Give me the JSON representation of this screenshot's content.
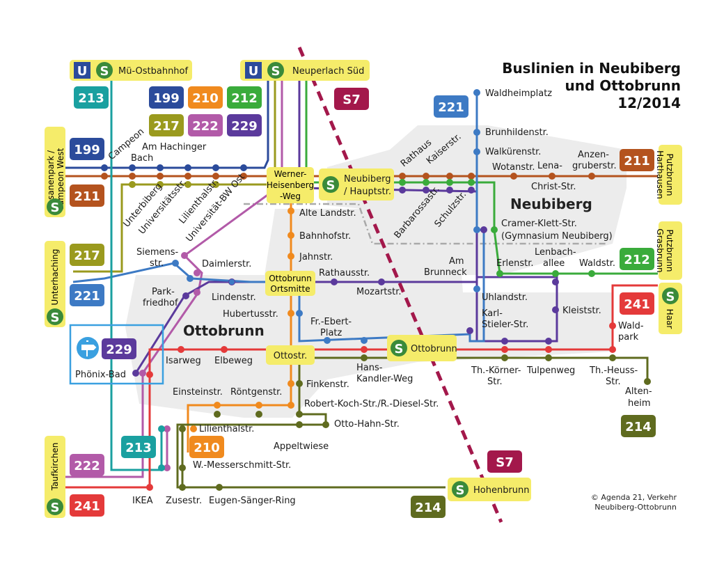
{
  "title": {
    "line1": "Buslinien in Neubiberg",
    "line2": "und Ottobrunn",
    "line3": "12/2014"
  },
  "copyright": {
    "line1": "© Agenda 21, Verkehr",
    "line2": "Neubiberg-Ottobrunn"
  },
  "districts": {
    "ottobrunn": "Ottobrunn",
    "neubiberg": "Neubiberg"
  },
  "colors": {
    "199": "#2b4b9b",
    "210": "#f08a1e",
    "211": "#b4531e",
    "212": "#3aab3b",
    "213": "#1aa0a0",
    "214": "#5f6b1f",
    "217": "#9a9a1e",
    "221": "#3d7ac4",
    "222": "#b25aa8",
    "229": "#5b3a9c",
    "241": "#e43a3a",
    "S7": "#a3184b",
    "station_box": "#f5ec6a",
    "sbahn": "#3a8a3a",
    "ubahn": "#2b4b9b"
  },
  "stations": {
    "mue_ostbahnhof": "Mü-Ostbahnhof",
    "neuperlach_sued": "Neuperlach Süd",
    "neubiberg_haupt_1": "Neubiberg",
    "neubiberg_haupt_2": "/ Hauptstr.",
    "werner_1": "Werner-",
    "werner_2": "Heisenberg",
    "werner_3": "-Weg",
    "ottobrunn_ortsmitte_1": "Ottobrunn",
    "ottobrunn_ortsmitte_2": "Ortsmitte",
    "ottostr": "Ottostr.",
    "ottobrunn_s": "Ottobrunn",
    "hohenbrunn": "Hohenbrunn",
    "phoenix_bad": "Phönix-Bad"
  },
  "side_labels": {
    "fasanenpark_1": "Fasanenpark /",
    "fasanenpark_2": "Campeon West",
    "unterhaching": "Unterhaching",
    "taufkirchen": "Taufkirchen",
    "putzbrunn_harthausen_1": "Putzbrunn",
    "putzbrunn_harthausen_2": "Harthausen",
    "putzbrunn_grasbrunn_1": "Putzbrunn",
    "putzbrunn_grasbrunn_2": "Grasbrunn",
    "haar": "Haar"
  },
  "stops": {
    "campeon": "Campeon",
    "am_hachinger_1": "Am Hachinger",
    "am_hachinger_2": "Bach",
    "unterbiberg": "Unterbiberg",
    "universitaetsstr": "Universitätsstr.",
    "lilienthalstr_top": "Lilienthalstr.",
    "universitaet_bw": "Universität-BW Ost",
    "waldheimplatz": "Waldheimplatz",
    "brunhildenstr": "Brunhildenstr.",
    "walkuerenstr": "Walkürenstr.",
    "rathaus": "Rathaus",
    "kaiserstr": "Kaiserstr.",
    "barbarossastr": "Barbarossastr.",
    "schulzstr": "Schulzstr.",
    "wotanstr": "Wotanstr.",
    "lena_1": "Lena-",
    "lena_2": "Christ-Str.",
    "anzen_1": "Anzen-",
    "anzen_2": "gruberstr.",
    "cramer_1": "Cramer-Klett-Str.",
    "cramer_2": "(Gymnasium Neubiberg)",
    "alte_landstr": "Alte Landstr.",
    "bahnhofstr": "Bahnhofstr.",
    "jahnstr": "Jahnstr.",
    "siemens_1": "Siemens-",
    "siemens_2": "str.",
    "daimlerstr": "Daimlerstr.",
    "rathausstr": "Rathausstr.",
    "mozartstr": "Mozartstr.",
    "am_brunneck_1": "Am",
    "am_brunneck_2": "Brunneck",
    "erlenstr": "Erlenstr.",
    "lenbach_1": "Lenbach-",
    "lenbach_2": "allee",
    "waldstr": "Waldstr.",
    "park_1": "Park-",
    "park_2": "friedhof",
    "lindenstr": "Lindenstr.",
    "hubertusstr": "Hubertusstr.",
    "uhlandstr": "Uhlandstr.",
    "karl_1": "Karl-",
    "karl_2": "Stieler-Str.",
    "kleiststr": "Kleiststr.",
    "fr_ebert_1": "Fr.-Ebert-",
    "fr_ebert_2": "Platz",
    "waldpark_1": "Wald-",
    "waldpark_2": "park",
    "isarweg": "Isarweg",
    "elbeweg": "Elbeweg",
    "hans_1": "Hans-",
    "hans_2": "Kandler-Weg",
    "th_koerner_1": "Th.-Körner-",
    "th_koerner_2": "Str.",
    "tulpenweg": "Tulpenweg",
    "th_heuss_1": "Th.-Heuss-",
    "th_heuss_2": "Str.",
    "altenheim_1": "Alten-",
    "altenheim_2": "heim",
    "finkenstr": "Finkenstr.",
    "einsteinstr": "Einsteinstr.",
    "roentgenstr": "Röntgenstr.",
    "robert_koch": "Robert-Koch-Str./R.-Diesel-Str.",
    "otto_hahn": "Otto-Hahn-Str.",
    "lilienthalstr_bottom": "Lilienthalstr.",
    "appeltwiese": "Appeltwiese",
    "w_messerschmitt": "W.-Messerschmitt-Str.",
    "ikea": "IKEA",
    "zusestr": "Zusestr.",
    "eugen": "Eugen-Sänger-Ring"
  },
  "badges": {
    "l199": "199",
    "l210": "210",
    "l211": "211",
    "l212": "212",
    "l213": "213",
    "l214": "214",
    "l217": "217",
    "l221": "221",
    "l222": "222",
    "l229": "229",
    "l241": "241",
    "S7": "S7"
  },
  "symbols": {
    "u": "U",
    "s": "S"
  }
}
